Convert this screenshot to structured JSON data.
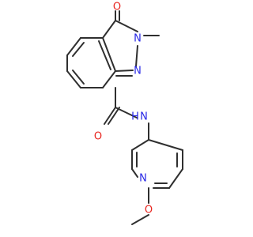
{
  "molecule": {
    "atoms": {
      "O_carbonyl_ring": {
        "label": "O",
        "color": "#e8251f"
      },
      "N_methyl": {
        "label": "N",
        "color": "#2727e6"
      },
      "N_ring": {
        "label": "N",
        "color": "#2727e6"
      },
      "O_amide": {
        "label": "O",
        "color": "#e8251f"
      },
      "N_amide": {
        "label": "N",
        "color": "#2727e6"
      },
      "H_amide": {
        "label": "H",
        "color": "#2727e6"
      },
      "N_pyridine": {
        "label": "N",
        "color": "#2727e6"
      },
      "O_methoxy": {
        "label": "O",
        "color": "#e8251f"
      }
    },
    "bond_color": "#2f2f2f"
  }
}
